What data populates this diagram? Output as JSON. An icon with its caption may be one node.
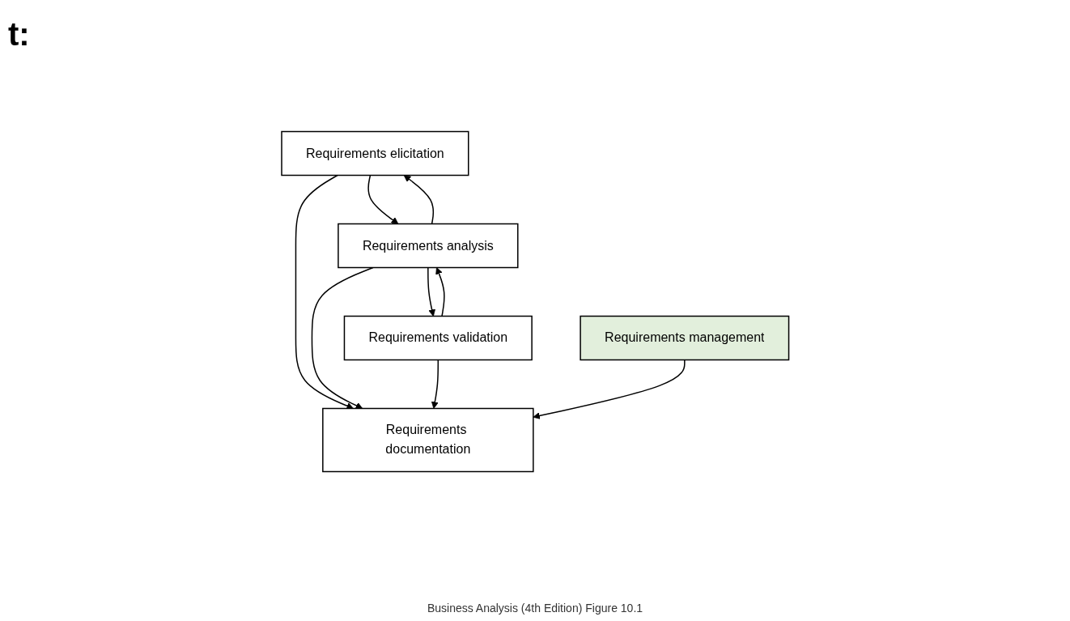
{
  "diagram": {
    "caption": "Business Analysis (4th Edition) Figure 10.1",
    "nodes": [
      {
        "text": [
          "Requirements elicitation"
        ]
      },
      {
        "text": [
          "Requirements analysis"
        ]
      },
      {
        "text": [
          "Requirements validation"
        ]
      },
      {
        "text": [
          "Requirements documentation"
        ]
      },
      {
        "text": [
          "Requirements management"
        ]
      }
    ],
    "edges": [
      {
        "from": 0,
        "to": 1,
        "arrow": "to"
      },
      {
        "from": 1,
        "to": 0,
        "arrow": "to"
      },
      {
        "from": 1,
        "to": 2,
        "arrow": "to"
      },
      {
        "from": 2,
        "to": 1,
        "arrow": "to"
      },
      {
        "from": 0,
        "to": 3,
        "arrow": "to"
      },
      {
        "from": 1,
        "to": 3,
        "arrow": "to"
      },
      {
        "from": 2,
        "to": 3,
        "arrow": "to"
      },
      {
        "from": 4,
        "to": 3,
        "arrow": "to"
      }
    ],
    "labels": [
      "t:"
    ]
  }
}
